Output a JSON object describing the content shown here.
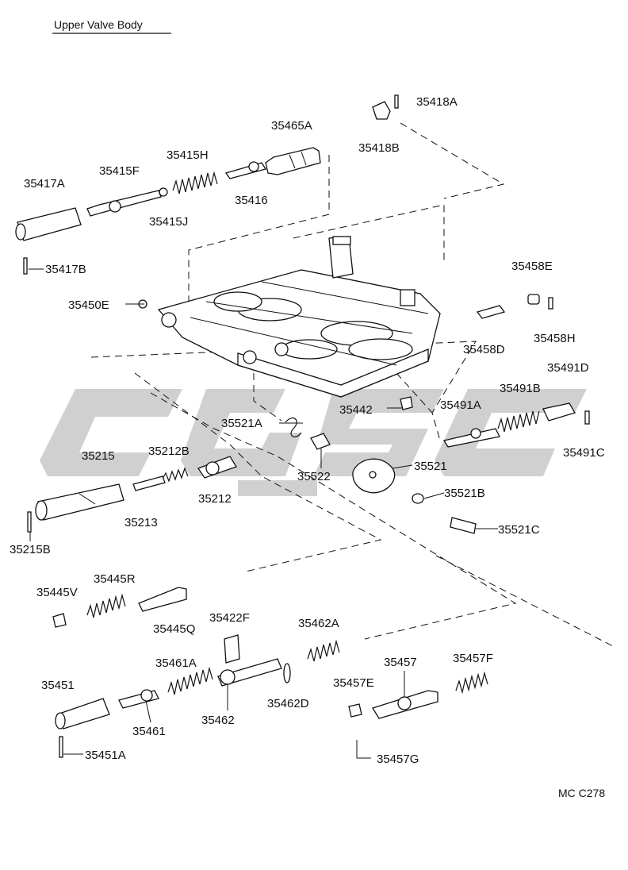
{
  "title": "Upper Valve Body",
  "reference": "MC C278",
  "watermark_color": "#c8c8c8",
  "line_color": "#111111",
  "parts": [
    {
      "id": "p35418A",
      "label": "35418A"
    },
    {
      "id": "p35418B",
      "label": "35418B"
    },
    {
      "id": "p35465A",
      "label": "35465A"
    },
    {
      "id": "p35415H",
      "label": "35415H"
    },
    {
      "id": "p35415F",
      "label": "35415F"
    },
    {
      "id": "p35417A",
      "label": "35417A"
    },
    {
      "id": "p35416",
      "label": "35416"
    },
    {
      "id": "p35415J",
      "label": "35415J"
    },
    {
      "id": "p35417B",
      "label": "35417B"
    },
    {
      "id": "p35458E",
      "label": "35458E"
    },
    {
      "id": "p35450E",
      "label": "35450E"
    },
    {
      "id": "p35458D",
      "label": "35458D"
    },
    {
      "id": "p35458H",
      "label": "35458H"
    },
    {
      "id": "p35491D",
      "label": "35491D"
    },
    {
      "id": "p35491B",
      "label": "35491B"
    },
    {
      "id": "p35442",
      "label": "35442"
    },
    {
      "id": "p35491A",
      "label": "35491A"
    },
    {
      "id": "p35521A",
      "label": "35521A"
    },
    {
      "id": "p35491C",
      "label": "35491C"
    },
    {
      "id": "p35215",
      "label": "35215"
    },
    {
      "id": "p35212B",
      "label": "35212B"
    },
    {
      "id": "p35521",
      "label": "35521"
    },
    {
      "id": "p35522",
      "label": "35522"
    },
    {
      "id": "p35212",
      "label": "35212"
    },
    {
      "id": "p35521B",
      "label": "35521B"
    },
    {
      "id": "p35213",
      "label": "35213"
    },
    {
      "id": "p35521C",
      "label": "35521C"
    },
    {
      "id": "p35215B",
      "label": "35215B"
    },
    {
      "id": "p35445R",
      "label": "35445R"
    },
    {
      "id": "p35445V",
      "label": "35445V"
    },
    {
      "id": "p35422F",
      "label": "35422F"
    },
    {
      "id": "p35445Q",
      "label": "35445Q"
    },
    {
      "id": "p35462A",
      "label": "35462A"
    },
    {
      "id": "p35461A",
      "label": "35461A"
    },
    {
      "id": "p35457",
      "label": "35457"
    },
    {
      "id": "p35457F",
      "label": "35457F"
    },
    {
      "id": "p35451",
      "label": "35451"
    },
    {
      "id": "p35457E",
      "label": "35457E"
    },
    {
      "id": "p35462D",
      "label": "35462D"
    },
    {
      "id": "p35461",
      "label": "35461"
    },
    {
      "id": "p35462",
      "label": "35462"
    },
    {
      "id": "p35451A",
      "label": "35451A"
    },
    {
      "id": "p35457G",
      "label": "35457G"
    }
  ]
}
